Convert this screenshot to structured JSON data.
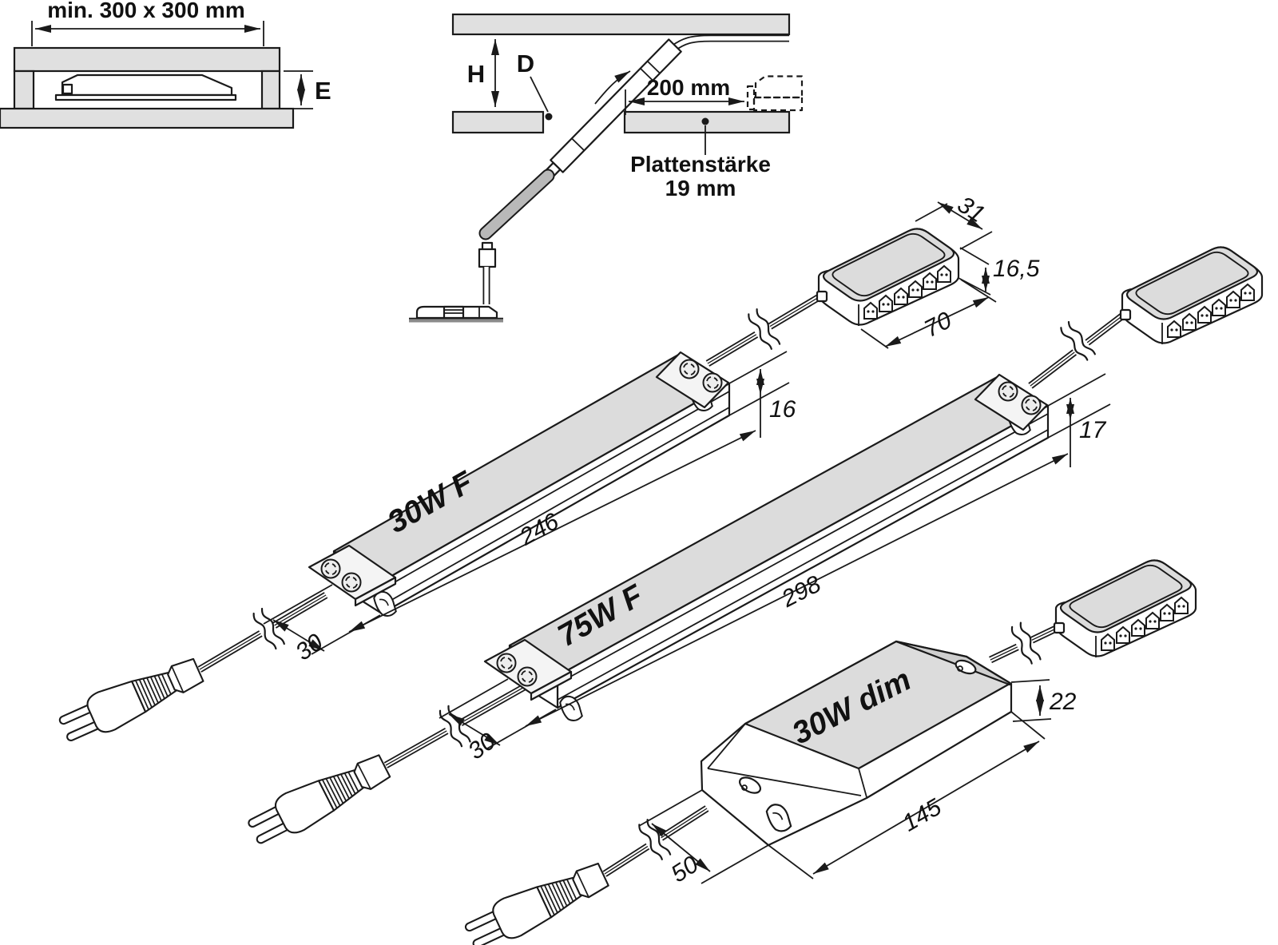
{
  "recess_view": {
    "min_installation_size": "min. 300 x 300 mm",
    "recess_depth_label": "E"
  },
  "insertion_view": {
    "clearance_height_label": "H",
    "hole_diameter_label": "D",
    "insertion_distance": "200 mm",
    "board_thickness_label": "Plattenstärke",
    "board_thickness_value": "19 mm"
  },
  "distributor_block": {
    "width_mm": "31",
    "height_mm": "16,5",
    "length_mm": "70",
    "socket_count": 6
  },
  "drivers": [
    {
      "label": "30W F",
      "length_mm": "246",
      "height_mm": "16",
      "width_mm": "30"
    },
    {
      "label": "75W F",
      "length_mm": "298",
      "height_mm": "17",
      "width_mm": "30"
    },
    {
      "label": "30W dim",
      "length_mm": "145",
      "height_mm": "22",
      "width_mm": "50"
    }
  ],
  "colors": {
    "line": "#1a1a1a",
    "panel": "#e0e0e0",
    "top_face": "#dcdcdc",
    "cable_gray": "#b9b9b9",
    "background": "#ffffff"
  }
}
